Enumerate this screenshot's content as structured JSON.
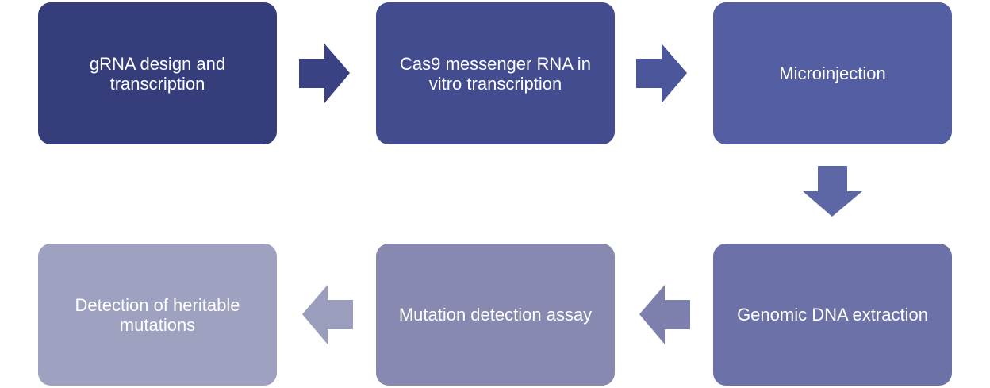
{
  "steps": [
    {
      "label": "gRNA design and transcription",
      "color": "#353d7b"
    },
    {
      "label": "Cas9 messenger RNA in vitro transcription",
      "color": "#434c8f"
    },
    {
      "label": "Microinjection",
      "color": "#545ea3"
    },
    {
      "label": "Genomic DNA extraction",
      "color": "#6c72a8"
    },
    {
      "label": "Mutation detection assay",
      "color": "#8789b1"
    },
    {
      "label": "Detection of heritable mutations",
      "color": "#9ea1bf"
    }
  ],
  "arrows": [
    {
      "from": "gRNA design and transcription",
      "to": "Cas9 messenger RNA in vitro transcription",
      "direction": "right",
      "color": "#3a4284"
    },
    {
      "from": "Cas9 messenger RNA in vitro transcription",
      "to": "Microinjection",
      "direction": "right",
      "color": "#4b5599"
    },
    {
      "from": "Microinjection",
      "to": "Genomic DNA extraction",
      "direction": "down",
      "color": "#5e67a6"
    },
    {
      "from": "Genomic DNA extraction",
      "to": "Mutation detection assay",
      "direction": "left",
      "color": "#7d80ad"
    },
    {
      "from": "Mutation detection assay",
      "to": "Detection of heritable mutations",
      "direction": "left",
      "color": "#9a9dbb"
    }
  ]
}
